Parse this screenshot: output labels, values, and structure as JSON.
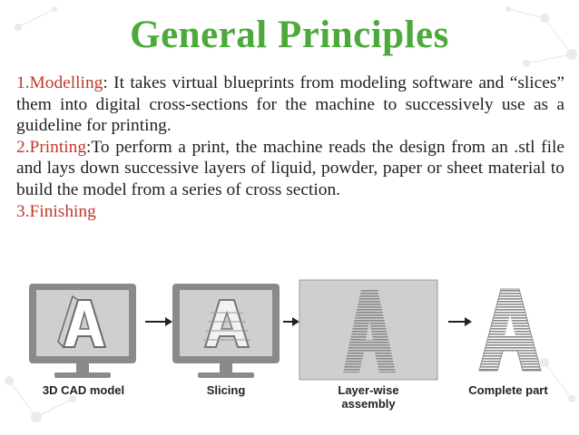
{
  "slide": {
    "title": "General Principles",
    "items": [
      {
        "label": "1.Modelling",
        "text": ": It takes virtual blueprints from modeling software and “slices” them into digital cross-sections for the machine to successively use as a guideline for printing."
      },
      {
        "label": "2.Printing",
        "text": ":To perform a print, the machine reads the design from an .stl file and lays down successive layers of liquid, powder, paper or sheet material to build the model from a series of cross section."
      },
      {
        "label": "3.Finishing",
        "text": ""
      }
    ]
  },
  "figure": {
    "steps": [
      {
        "caption": "3D CAD model",
        "icon": "monitor-wireframe-a-icon"
      },
      {
        "caption": "Slicing",
        "icon": "monitor-sliced-a-icon"
      },
      {
        "caption": "Layer-wise assembly",
        "icon": "layered-a-panel-icon"
      },
      {
        "caption": "Complete part",
        "icon": "solid-a-part-icon"
      }
    ],
    "arrow_icon": "right-arrow-icon"
  },
  "colors": {
    "title": "#4daa3a",
    "label": "#c0392b",
    "text": "#1f1f1f",
    "monitor_frame": "#7d7d7d",
    "monitor_screen": "#c9c9c9"
  }
}
